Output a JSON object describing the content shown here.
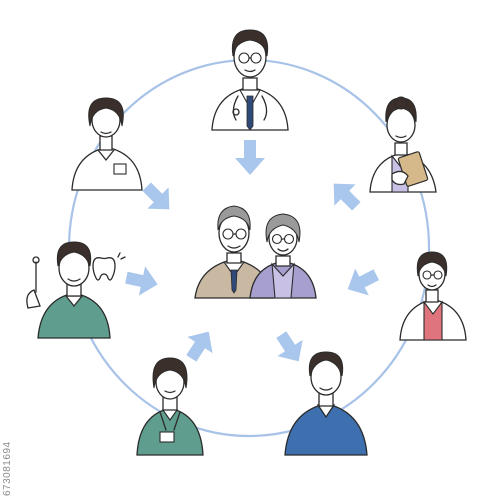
{
  "diagram": {
    "colors": {
      "ring": "#a9c3e8",
      "arrow": "#a9c6ec",
      "outline": "#2b2b2b",
      "skin": "#ffffff",
      "hair_dark": "#3a2f2a",
      "hair_gray": "#9a9a9a",
      "white_coat": "#ffffff",
      "scrub_green": "#5f9e8e",
      "scrub_blue": "#3e6fae",
      "sweater_beige": "#c9b9a3",
      "cardigan_lavender": "#a7a0cf",
      "shirt_lavender": "#c9c0e6",
      "inner_red": "#e0747c",
      "clipboard": "#d6b98a",
      "tie": "#2f4a78",
      "badge": "#ffffff"
    },
    "center": {
      "name": "elderly-couple",
      "people": [
        "grandfather",
        "grandmother"
      ]
    },
    "caregivers": [
      {
        "name": "doctor"
      },
      {
        "name": "pharmacist"
      },
      {
        "name": "care-manager"
      },
      {
        "name": "care-worker"
      },
      {
        "name": "office-staff"
      },
      {
        "name": "dental-hygienist"
      },
      {
        "name": "nurse"
      }
    ]
  },
  "watermark": {
    "stock_id": "673081694"
  }
}
